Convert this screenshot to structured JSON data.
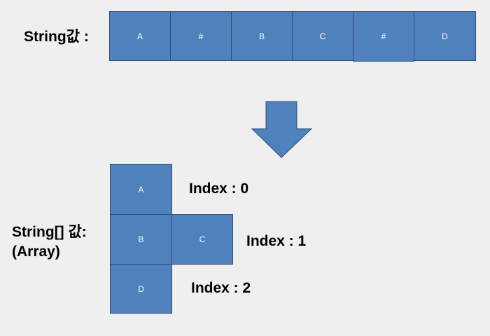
{
  "top": {
    "label": "String값 :",
    "cells": [
      "A",
      "#",
      "B",
      "C",
      "#",
      "D"
    ]
  },
  "bottom": {
    "label_line1": "String[] 값:",
    "label_line2": "(Array)",
    "rows": [
      {
        "cells": [
          "A"
        ],
        "index_label": "Index : 0"
      },
      {
        "cells": [
          "B",
          "C"
        ],
        "index_label": "Index : 1"
      },
      {
        "cells": [
          "D"
        ],
        "index_label": "Index : 2"
      }
    ]
  },
  "colors": {
    "cell_fill": "#4f81bd",
    "cell_border": "#2f4f75",
    "background": "#efefef"
  },
  "icons": {
    "transform_arrow": "down-arrow-icon"
  }
}
